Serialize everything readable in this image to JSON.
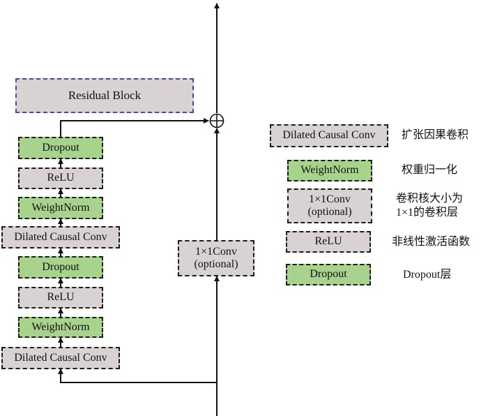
{
  "residual_block": {
    "label": "Residual Block"
  },
  "stack": {
    "upper": {
      "dropout": "Dropout",
      "relu": "ReLU",
      "weightnorm": "WeightNorm",
      "dilated": "Dilated Causal Conv"
    },
    "lower": {
      "dropout": "Dropout",
      "relu": "ReLU",
      "weightnorm": "WeightNorm",
      "dilated": "Dilated Causal Conv"
    }
  },
  "shortcut": {
    "line1": "1×1Conv",
    "line2": "(optional)"
  },
  "sum_symbol": "⊕",
  "legend": {
    "dilated": {
      "box": "Dilated Causal Conv",
      "desc": "扩张因果卷积"
    },
    "weightnorm": {
      "box": "WeightNorm",
      "desc": "权重归一化"
    },
    "conv1x1": {
      "box_line1": "1×1Conv",
      "box_line2": "(optional)",
      "desc_line1": "卷积核大小为",
      "desc_line2": "1×1的卷积层"
    },
    "relu": {
      "box": "ReLU",
      "desc": "非线性激活函数"
    },
    "dropout": {
      "box": "Dropout",
      "desc": "Dropout层"
    }
  },
  "colors": {
    "gray_box": "#d9d2d2",
    "green_box": "#a8d38c",
    "residual_border": "#3b4ea3",
    "line": "#111111"
  }
}
